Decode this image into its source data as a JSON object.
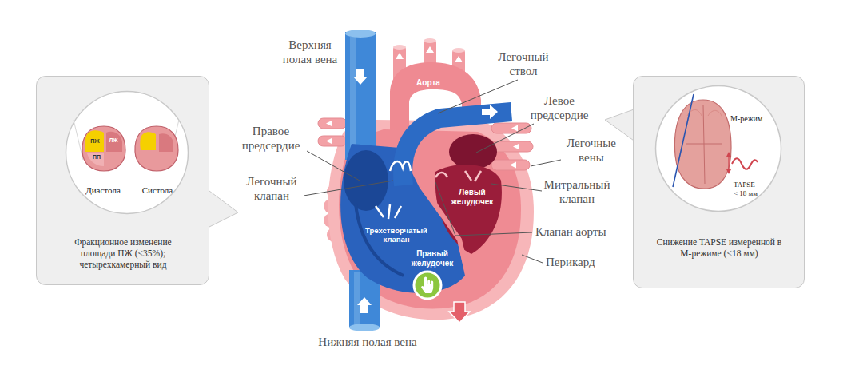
{
  "diagram": {
    "nodes": [
      {
        "text": [
          "Фракционное изменение площади ПЖ (<35%); четырехкамерный вид"
        ]
      },
      {
        "text": [
          "Диастола",
          "Систола"
        ],
        "in": 0
      },
      {
        "text": [
          "Снижение TAPSE измеренной в М-режиме (<18 мм)"
        ]
      },
      {
        "text": [
          "М-режим",
          "TAPSE < 18 мм"
        ],
        "in": 2
      }
    ],
    "labels": [
      "Верхняя полая вена",
      "Аорта",
      "Легочный ствол",
      "Левое предсердие",
      "Правое предсердие",
      "Легочные вены",
      "Легочный клапан",
      "Митральный клапан",
      "Левый желудочек",
      "Трехстворчатый клапан",
      "Правый желудочек",
      "Клапан аорты",
      "Перикард",
      "Нижняя полая вена",
      "ПЖ",
      "ЛЖ",
      "ПП"
    ]
  }
}
